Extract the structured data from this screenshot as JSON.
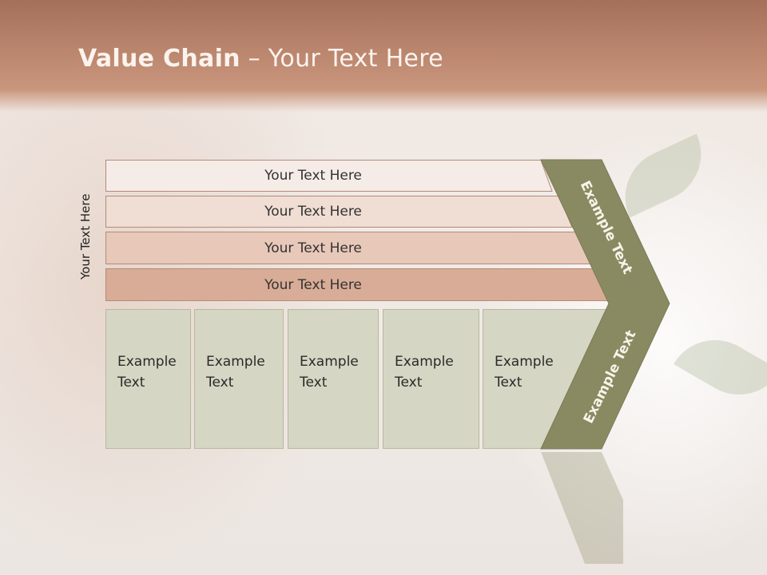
{
  "title": {
    "bold": "Value Chain",
    "rest": " – Your Text Here"
  },
  "side_label": "Your Text Here",
  "rows": [
    {
      "label": "Your Text Here",
      "color": "#f5ece8"
    },
    {
      "label": "Your Text Here",
      "color": "#f0ddd3"
    },
    {
      "label": "Your Text Here",
      "color": "#e8c8b8"
    },
    {
      "label": "Your Text Here",
      "color": "#d8ac96"
    }
  ],
  "boxes": [
    {
      "label": "Example Text"
    },
    {
      "label": "Example Text"
    },
    {
      "label": "Example Text"
    },
    {
      "label": "Example Text"
    },
    {
      "label": "Example Text"
    }
  ],
  "chevron": {
    "upper": "Example Text",
    "lower": "Example Text",
    "color": "#8a8a62"
  }
}
